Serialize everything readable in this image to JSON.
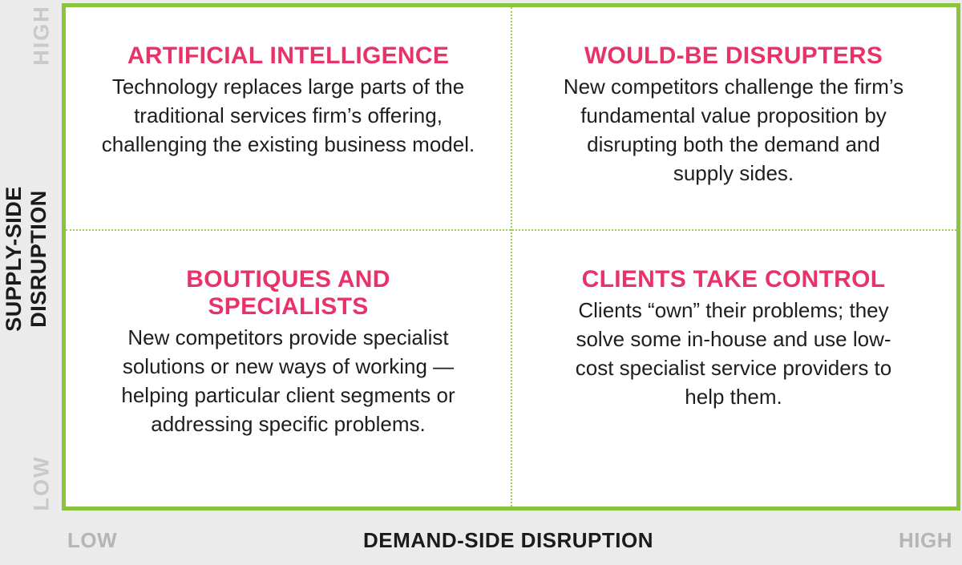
{
  "axes": {
    "y_title_line1": "SUPPLY-SIDE",
    "y_title_line2": "DISRUPTION",
    "y_high": "HIGH",
    "y_low": "LOW",
    "x_title": "DEMAND-SIDE DISRUPTION",
    "x_low": "LOW",
    "x_high": "HIGH"
  },
  "quadrants": {
    "top_left": {
      "title": "ARTIFICIAL INTELLIGENCE",
      "body": "Technology replaces large parts of the traditional services firm’s offering, challenging the existing business model."
    },
    "top_right": {
      "title": "WOULD-BE DISRUPTERS",
      "body": "New competitors challenge the firm’s fundamental value proposition by disrupting both the demand and supply sides."
    },
    "bottom_left": {
      "title": "BOUTIQUES AND SPECIALISTS",
      "body": "New competitors provide specialist solutions or new ways of working — helping particular client segments or addressing specific problems."
    },
    "bottom_right": {
      "title": "CLIENTS TAKE CONTROL",
      "body": "Clients “own” their problems; they solve some in-house and use low-cost specialist service providers to help them."
    }
  },
  "colors": {
    "border": "#8ac43f",
    "title": "#e8336a",
    "background": "#ebebeb"
  }
}
